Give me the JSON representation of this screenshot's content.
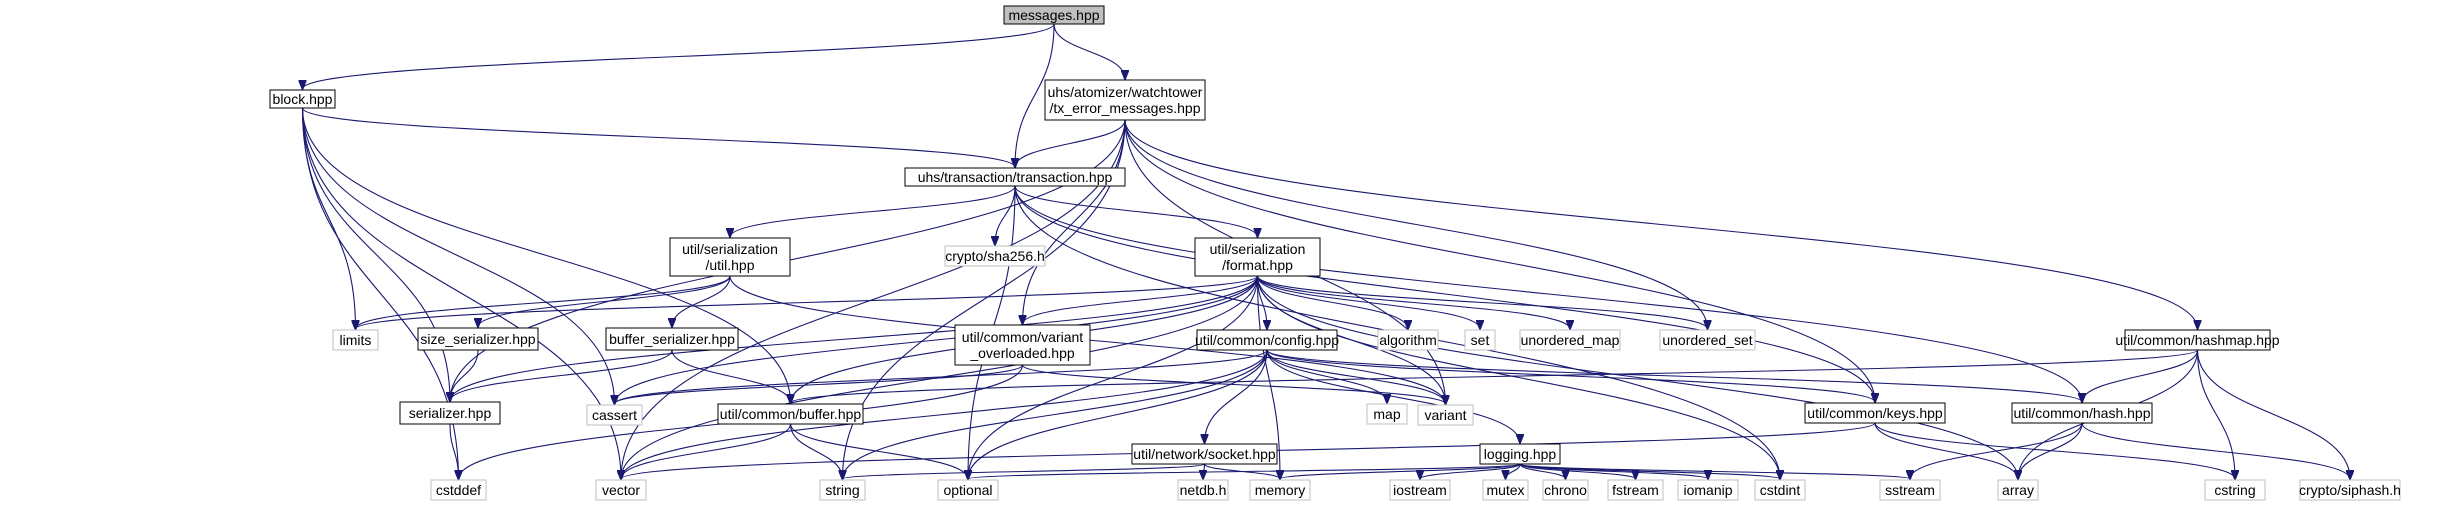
{
  "diagram": {
    "nodes": [
      {
        "id": "messages",
        "kind": "main",
        "lines": [
          "messages.hpp"
        ]
      },
      {
        "id": "block",
        "kind": "local",
        "lines": [
          "block.hpp"
        ]
      },
      {
        "id": "tx_error",
        "kind": "local",
        "lines": [
          "uhs/atomizer/watchtower",
          "/tx_error_messages.hpp"
        ]
      },
      {
        "id": "transaction",
        "kind": "local",
        "lines": [
          "uhs/transaction/transaction.hpp"
        ]
      },
      {
        "id": "ser_util",
        "kind": "local",
        "lines": [
          "util/serialization",
          "/util.hpp"
        ]
      },
      {
        "id": "sha256",
        "kind": "external",
        "lines": [
          "crypto/sha256.h"
        ]
      },
      {
        "id": "format",
        "kind": "local",
        "lines": [
          "util/serialization",
          "/format.hpp"
        ]
      },
      {
        "id": "limits",
        "kind": "external",
        "lines": [
          "limits"
        ]
      },
      {
        "id": "size_ser",
        "kind": "local",
        "lines": [
          "size_serializer.hpp"
        ]
      },
      {
        "id": "buffer_ser",
        "kind": "local",
        "lines": [
          "buffer_serializer.hpp"
        ]
      },
      {
        "id": "variant_ovl",
        "kind": "local",
        "lines": [
          "util/common/variant",
          "_overloaded.hpp"
        ]
      },
      {
        "id": "config",
        "kind": "local",
        "lines": [
          "util/common/config.hpp"
        ]
      },
      {
        "id": "algorithm",
        "kind": "external",
        "lines": [
          "algorithm"
        ]
      },
      {
        "id": "set",
        "kind": "external",
        "lines": [
          "set"
        ]
      },
      {
        "id": "unordered_map",
        "kind": "external",
        "lines": [
          "unordered_map"
        ]
      },
      {
        "id": "unordered_set",
        "kind": "external",
        "lines": [
          "unordered_set"
        ]
      },
      {
        "id": "hashmap",
        "kind": "local",
        "lines": [
          "util/common/hashmap.hpp"
        ]
      },
      {
        "id": "serializer",
        "kind": "local",
        "lines": [
          "serializer.hpp"
        ]
      },
      {
        "id": "cassert",
        "kind": "external",
        "lines": [
          "cassert"
        ]
      },
      {
        "id": "buffer",
        "kind": "local",
        "lines": [
          "util/common/buffer.hpp"
        ]
      },
      {
        "id": "map",
        "kind": "external",
        "lines": [
          "map"
        ]
      },
      {
        "id": "variant",
        "kind": "external",
        "lines": [
          "variant"
        ]
      },
      {
        "id": "keys",
        "kind": "local",
        "lines": [
          "util/common/keys.hpp"
        ]
      },
      {
        "id": "hash",
        "kind": "local",
        "lines": [
          "util/common/hash.hpp"
        ]
      },
      {
        "id": "socket",
        "kind": "local",
        "lines": [
          "util/network/socket.hpp"
        ]
      },
      {
        "id": "logging",
        "kind": "local",
        "lines": [
          "logging.hpp"
        ]
      },
      {
        "id": "cstddef",
        "kind": "external",
        "lines": [
          "cstddef"
        ]
      },
      {
        "id": "vector",
        "kind": "external",
        "lines": [
          "vector"
        ]
      },
      {
        "id": "string",
        "kind": "external",
        "lines": [
          "string"
        ]
      },
      {
        "id": "optional",
        "kind": "external",
        "lines": [
          "optional"
        ]
      },
      {
        "id": "netdb",
        "kind": "external",
        "lines": [
          "netdb.h"
        ]
      },
      {
        "id": "memory",
        "kind": "external",
        "lines": [
          "memory"
        ]
      },
      {
        "id": "iostream",
        "kind": "external",
        "lines": [
          "iostream"
        ]
      },
      {
        "id": "mutex",
        "kind": "external",
        "lines": [
          "mutex"
        ]
      },
      {
        "id": "chrono",
        "kind": "external",
        "lines": [
          "chrono"
        ]
      },
      {
        "id": "fstream",
        "kind": "external",
        "lines": [
          "fstream"
        ]
      },
      {
        "id": "iomanip",
        "kind": "external",
        "lines": [
          "iomanip"
        ]
      },
      {
        "id": "cstdint",
        "kind": "external",
        "lines": [
          "cstdint"
        ]
      },
      {
        "id": "sstream",
        "kind": "external",
        "lines": [
          "sstream"
        ]
      },
      {
        "id": "array",
        "kind": "external",
        "lines": [
          "array"
        ]
      },
      {
        "id": "cstring",
        "kind": "external",
        "lines": [
          "cstring"
        ]
      },
      {
        "id": "siphash",
        "kind": "external",
        "lines": [
          "crypto/siphash.h"
        ]
      }
    ],
    "edges": [
      [
        "messages",
        "block"
      ],
      [
        "messages",
        "tx_error"
      ],
      [
        "messages",
        "transaction"
      ],
      [
        "block",
        "transaction"
      ],
      [
        "block",
        "limits"
      ],
      [
        "block",
        "serializer"
      ],
      [
        "block",
        "cassert"
      ],
      [
        "block",
        "buffer"
      ],
      [
        "block",
        "cstddef"
      ],
      [
        "block",
        "vector"
      ],
      [
        "tx_error",
        "transaction"
      ],
      [
        "tx_error",
        "variant_ovl"
      ],
      [
        "tx_error",
        "unordered_set"
      ],
      [
        "tx_error",
        "hashmap"
      ],
      [
        "tx_error",
        "serializer"
      ],
      [
        "tx_error",
        "vector"
      ],
      [
        "tx_error",
        "string"
      ],
      [
        "tx_error",
        "variant"
      ],
      [
        "tx_error",
        "keys"
      ],
      [
        "transaction",
        "ser_util"
      ],
      [
        "transaction",
        "sha256"
      ],
      [
        "transaction",
        "format"
      ],
      [
        "transaction",
        "optional"
      ],
      [
        "transaction",
        "cstdint"
      ],
      [
        "transaction",
        "hash"
      ],
      [
        "transaction",
        "keys"
      ],
      [
        "ser_util",
        "size_ser"
      ],
      [
        "ser_util",
        "buffer_ser"
      ],
      [
        "ser_util",
        "limits"
      ],
      [
        "ser_util",
        "variant"
      ],
      [
        "format",
        "limits"
      ],
      [
        "format",
        "variant_ovl"
      ],
      [
        "format",
        "config"
      ],
      [
        "format",
        "algorithm"
      ],
      [
        "format",
        "set"
      ],
      [
        "format",
        "unordered_map"
      ],
      [
        "format",
        "unordered_set"
      ],
      [
        "format",
        "serializer"
      ],
      [
        "format",
        "cassert"
      ],
      [
        "format",
        "buffer"
      ],
      [
        "format",
        "vector"
      ],
      [
        "format",
        "optional"
      ],
      [
        "format",
        "variant"
      ],
      [
        "format",
        "cstdint"
      ],
      [
        "format",
        "array"
      ],
      [
        "format",
        "memory"
      ],
      [
        "size_ser",
        "serializer"
      ],
      [
        "buffer_ser",
        "serializer"
      ],
      [
        "buffer_ser",
        "buffer"
      ],
      [
        "variant_ovl",
        "cassert"
      ],
      [
        "variant_ovl",
        "variant"
      ],
      [
        "variant_ovl",
        "cstddef"
      ],
      [
        "config",
        "map"
      ],
      [
        "config",
        "variant"
      ],
      [
        "config",
        "keys"
      ],
      [
        "config",
        "hash"
      ],
      [
        "config",
        "socket"
      ],
      [
        "config",
        "logging"
      ],
      [
        "config",
        "string"
      ],
      [
        "config",
        "optional"
      ],
      [
        "config",
        "vector"
      ],
      [
        "config",
        "cassert"
      ],
      [
        "hashmap",
        "hash"
      ],
      [
        "hashmap",
        "buffer"
      ],
      [
        "hashmap",
        "array"
      ],
      [
        "hashmap",
        "cstring"
      ],
      [
        "hashmap",
        "siphash"
      ],
      [
        "serializer",
        "cstddef"
      ],
      [
        "buffer",
        "vector"
      ],
      [
        "buffer",
        "string"
      ],
      [
        "buffer",
        "optional"
      ],
      [
        "keys",
        "array"
      ],
      [
        "keys",
        "cstring"
      ],
      [
        "keys",
        "vector"
      ],
      [
        "hash",
        "array"
      ],
      [
        "hash",
        "sstream"
      ],
      [
        "hash",
        "siphash"
      ],
      [
        "socket",
        "netdb"
      ],
      [
        "socket",
        "memory"
      ],
      [
        "socket",
        "string"
      ],
      [
        "logging",
        "iostream"
      ],
      [
        "logging",
        "mutex"
      ],
      [
        "logging",
        "chrono"
      ],
      [
        "logging",
        "fstream"
      ],
      [
        "logging",
        "iomanip"
      ],
      [
        "logging",
        "cstdint"
      ],
      [
        "logging",
        "sstream"
      ],
      [
        "logging",
        "optional"
      ],
      [
        "logging",
        "memory"
      ]
    ]
  }
}
